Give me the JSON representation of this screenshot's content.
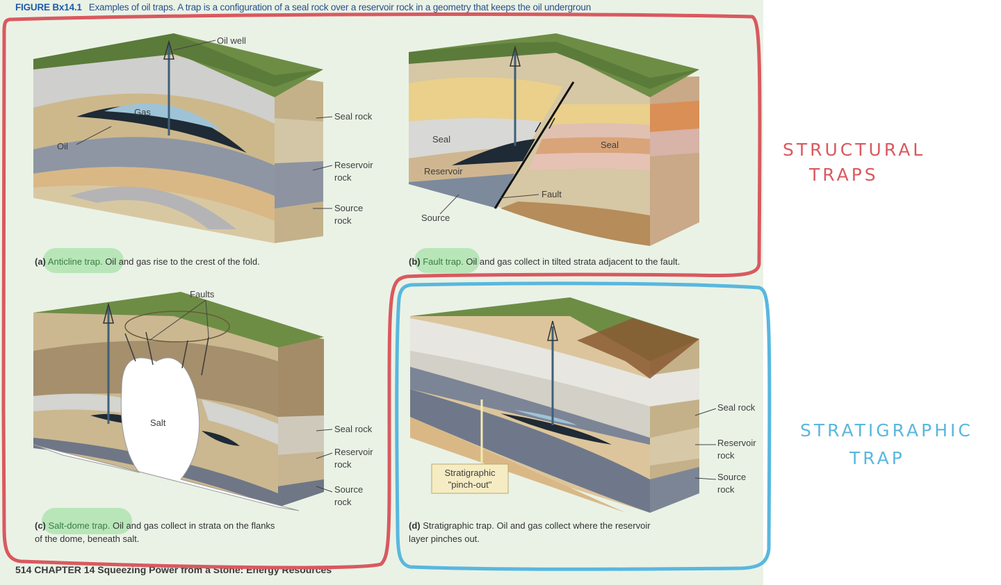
{
  "figure": {
    "number": "FIGURE Bx14.1",
    "title": "Examples of oil traps.  A trap is a configuration of a seal rock over a reservoir rock in a geometry that keeps the oil undergroun"
  },
  "footer": "514   CHAPTER 14   Squeezing Power from a Stone: Energy Resources",
  "panels": {
    "a": {
      "letter": "(a)",
      "name": "Anticline trap.",
      "caption": "Oil and gas rise to the crest of the fold.",
      "labels": {
        "oil_well": "Oil well",
        "gas": "Gas",
        "oil": "Oil",
        "seal1": "Seal rock",
        "res1": "Reservoir",
        "res2": "rock",
        "src1": "Source",
        "src2": "rock"
      }
    },
    "b": {
      "letter": "(b)",
      "name": "Fault trap.",
      "caption": "Oil and gas collect in tilted strata adjacent to the fault.",
      "labels": {
        "seal_left": "Seal",
        "reservoir": "Reservoir",
        "source": "Source",
        "seal_right": "Seal",
        "fault": "Fault"
      }
    },
    "c": {
      "letter": "(c)",
      "name": "Salt-dome trap.",
      "caption1": "Oil and gas collect in strata on the flanks",
      "caption2": "of the dome, beneath salt.",
      "labels": {
        "faults": "Faults",
        "salt": "Salt",
        "seal1": "Seal rock",
        "res1": "Reservoir",
        "res2": "rock",
        "src1": "Source",
        "src2": "rock"
      }
    },
    "d": {
      "letter": "(d)",
      "caption1": "Stratigraphic trap. Oil and gas collect where the reservoir",
      "caption2": "layer pinches out.",
      "labels": {
        "pinch1": "Stratigraphic",
        "pinch2": "\"pinch-out\"",
        "seal1": "Seal rock",
        "res1": "Reservoir",
        "res2": "rock",
        "src1": "Source",
        "src2": "rock"
      }
    }
  },
  "annotations": {
    "structural_line1": "STRUCTURAL",
    "structural_line2": "TRAPS",
    "stratigraphic_line1": "STRATIGRAPHIC",
    "stratigraphic_line2": "TRAP"
  },
  "colors": {
    "structural_outline": "#d9595f",
    "stratigraphic_outline": "#59b7de",
    "highlight": "#b8e6b8",
    "heading_blue": "#1f5aa8"
  }
}
